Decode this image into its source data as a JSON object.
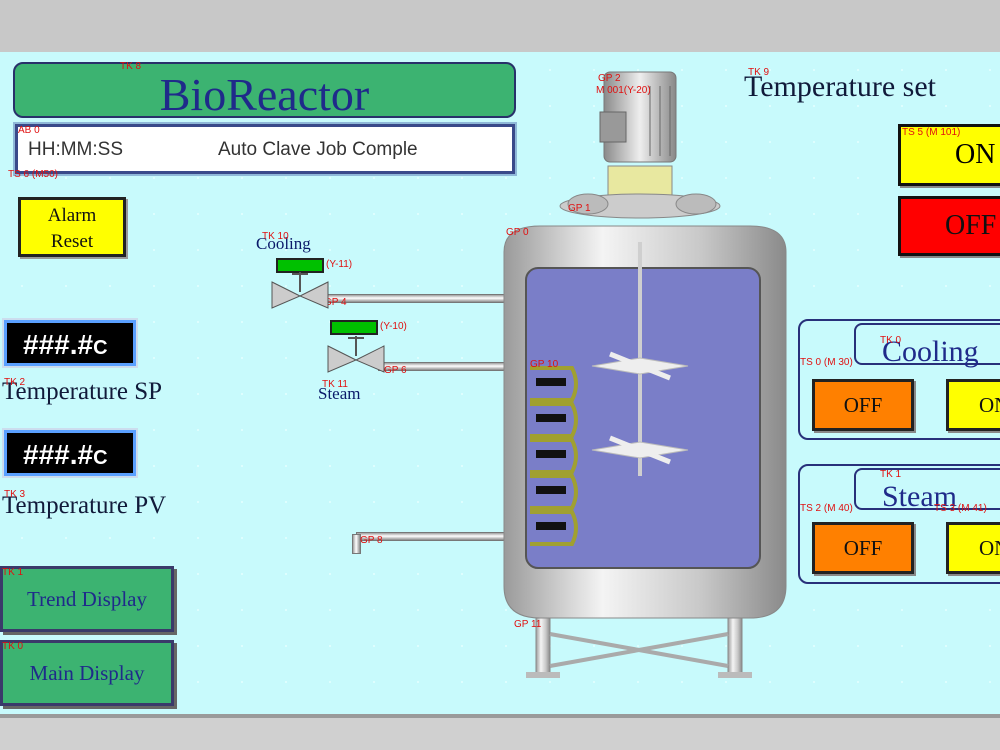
{
  "header": {
    "title": "BioReactor"
  },
  "status": {
    "clock": "HH:MM:SS",
    "job": "Auto Clave Job Comple"
  },
  "alarm_reset": {
    "line1": "Alarm",
    "line2": "Reset"
  },
  "temperature": {
    "sp_value": "###.#",
    "pv_value": "###.#",
    "unit": "C",
    "sp_label": "Temperature SP",
    "pv_label": "Temperature PV"
  },
  "nav": {
    "trend": "Trend Display",
    "main": "Main Display"
  },
  "valves": {
    "cooling": "Cooling",
    "steam": "Steam"
  },
  "temp_set": {
    "title": "Temperature set",
    "on": "ON",
    "off": "OFF"
  },
  "cooling_panel": {
    "title": "Cooling",
    "off": "OFF",
    "on": "ON"
  },
  "steam_panel": {
    "title": "Steam",
    "off": "OFF",
    "on": "ON"
  },
  "tags": {
    "title": "TK 8",
    "clock": "AB 0",
    "alarm": "TS 6 (M50)",
    "sp": "TK 2",
    "pv": "TK 3",
    "trend": "TK 1",
    "main": "TK 0",
    "cool_valve": "TK 10",
    "steam_valve": "TK 11",
    "motor": "GP 2",
    "motor_sub": "M 001(Y-20)",
    "vessel": "GP 0",
    "top": "GP 1",
    "coil": "GP 10",
    "legs": "GP 11",
    "temp_set": "TK 9",
    "on_tag": "TS 5 (M 101)",
    "cool_panel": "TK 0",
    "cool_off": "TS 0 (M 30)",
    "steam_panel": "TK 1",
    "steam_off": "TS 2 (M 40)",
    "steam_on": "TS 3 (M 41)",
    "pipe1": "GP 4",
    "pipe2": "GP 6",
    "pipe3": "GP 8",
    "cool_ind": "(Y-11)",
    "steam_ind": "(Y-10)"
  },
  "colors": {
    "panel_bg": "#c8fafc",
    "green": "#3cb371",
    "navy": "#1f2a8a",
    "tag_red": "#e01010"
  }
}
